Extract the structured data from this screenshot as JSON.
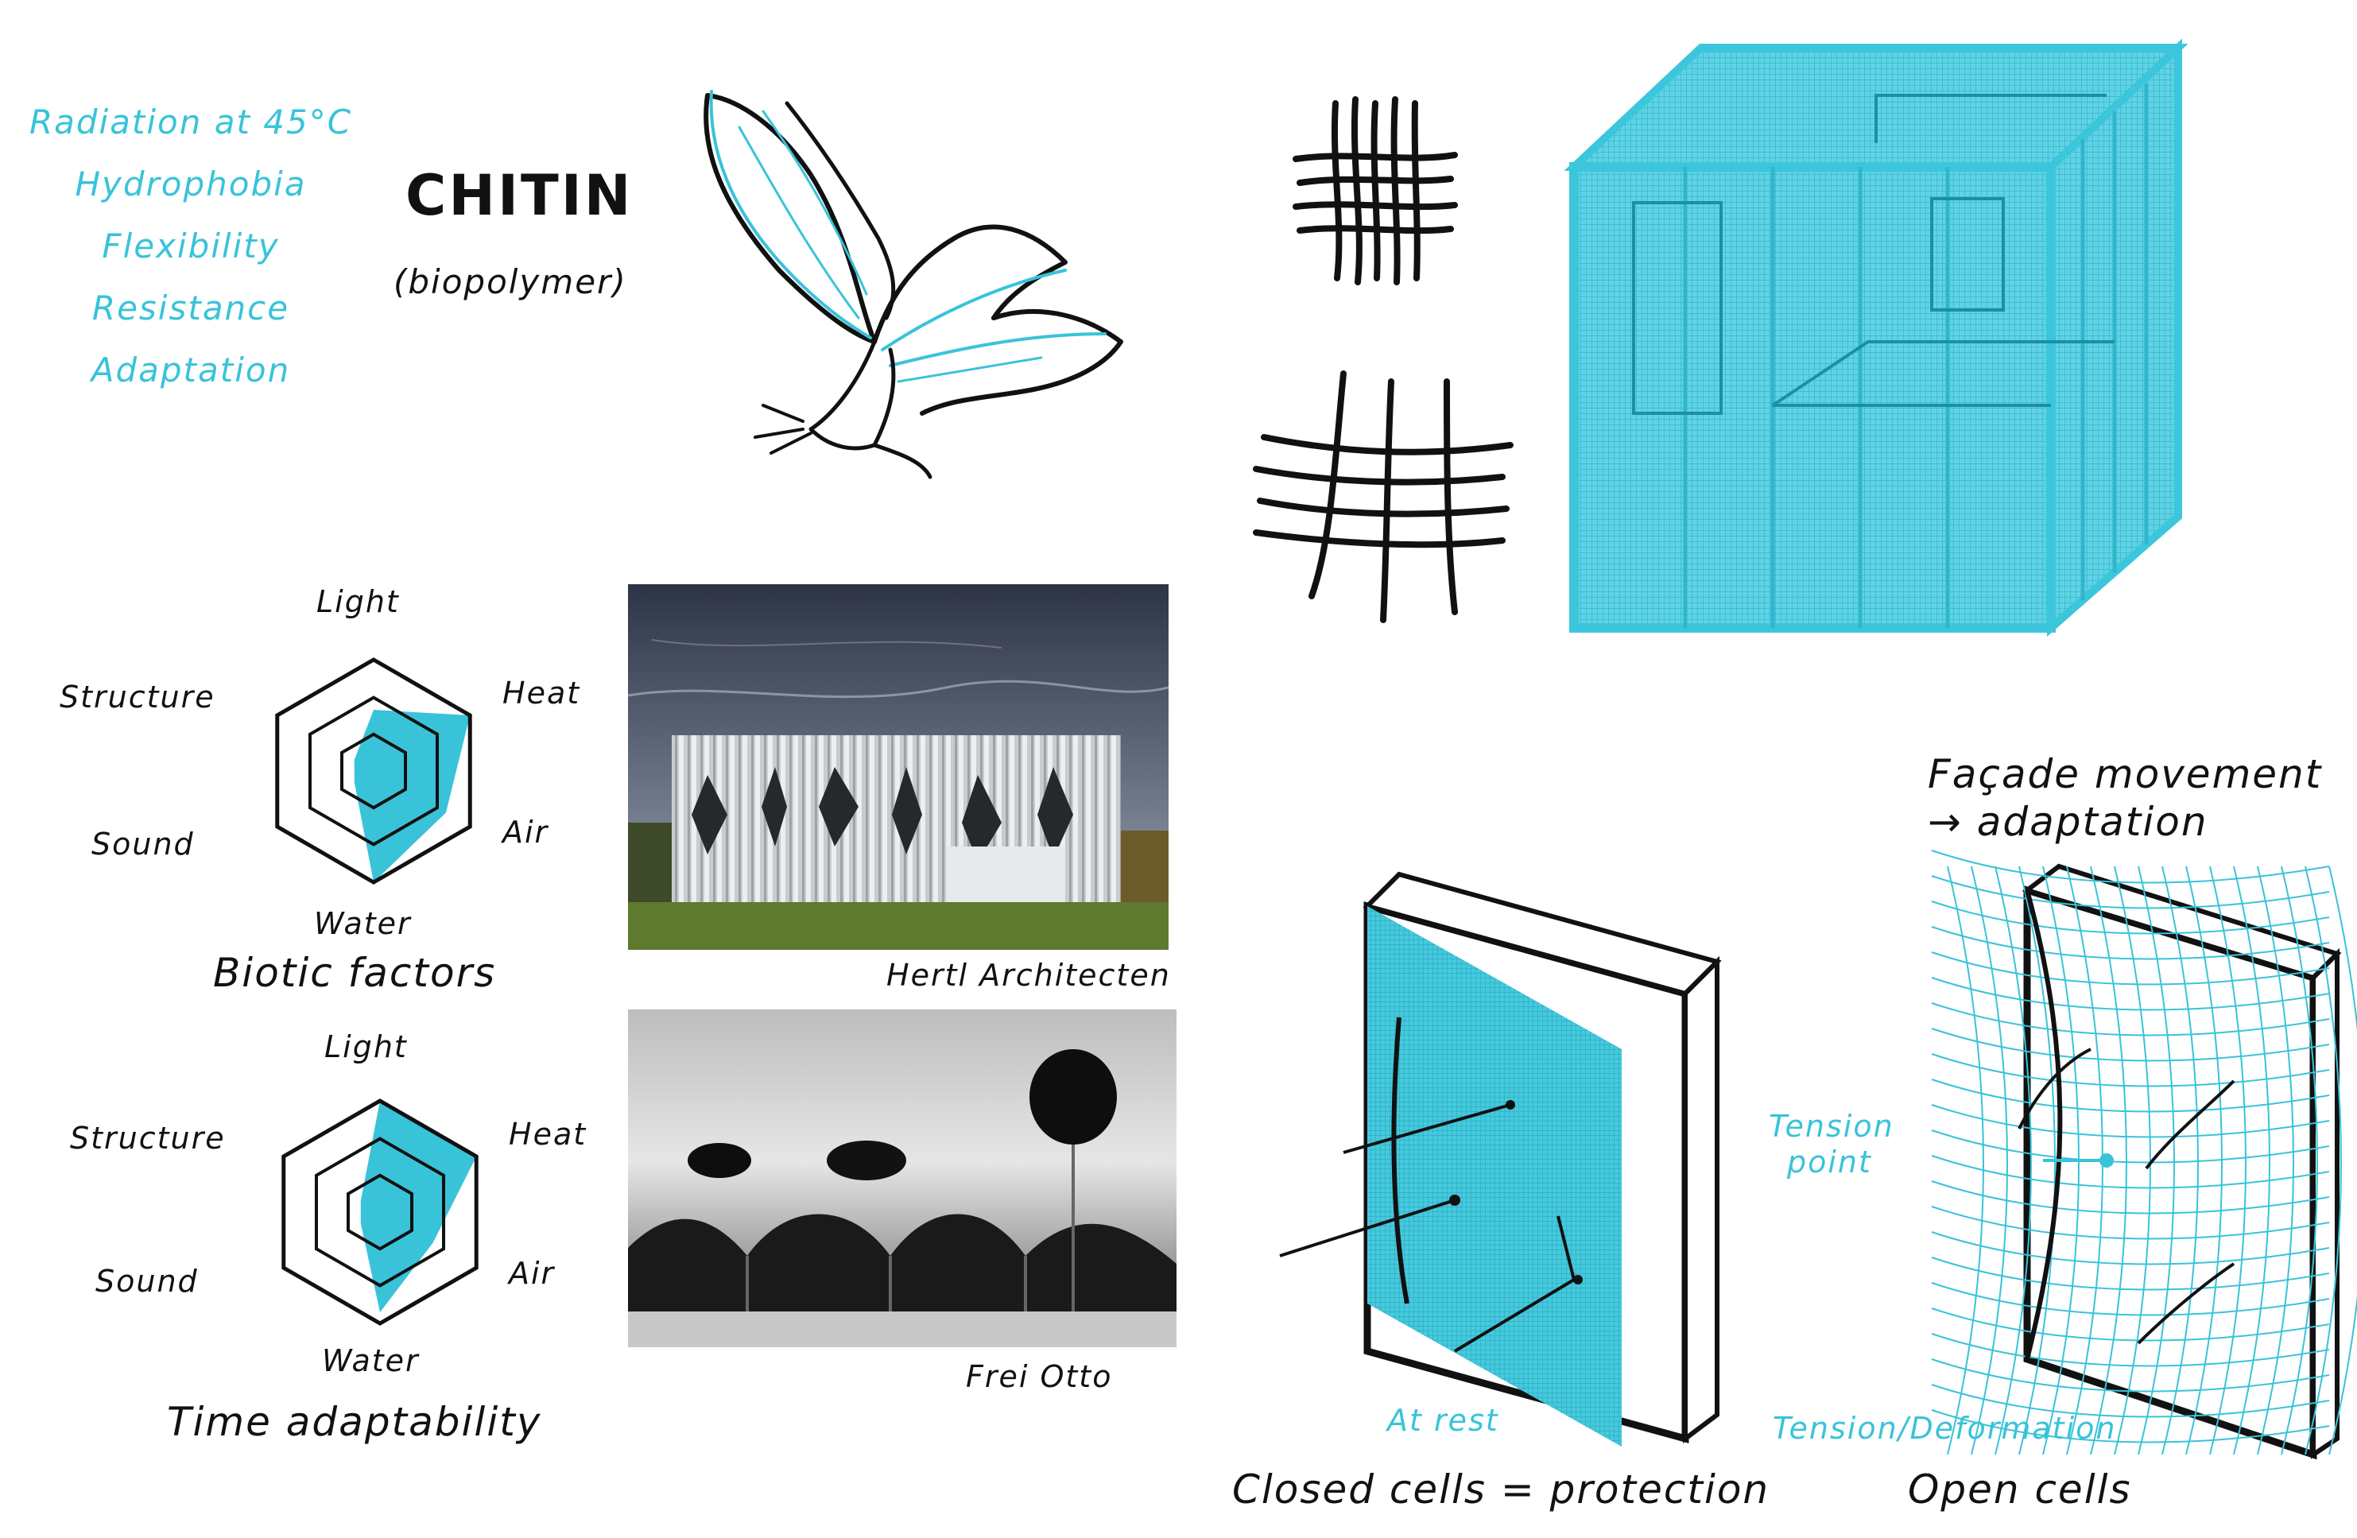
{
  "properties": [
    "Radiation at 45°C",
    "Hydrophobia",
    "Flexibility",
    "Resistance",
    "Adaptation"
  ],
  "material": {
    "title": "CHITIN",
    "subtitle": "(biopolymer)"
  },
  "radar_charts": [
    {
      "caption": "Biotic factors",
      "axes": [
        "Light",
        "Heat",
        "Air",
        "Water",
        "Sound",
        "Structure"
      ],
      "values": [
        0.55,
        1.0,
        0.75,
        1.0,
        0.2,
        0.2
      ]
    },
    {
      "caption": "Time adaptability",
      "axes": [
        "Light",
        "Heat",
        "Air",
        "Water",
        "Sound",
        "Structure"
      ],
      "values": [
        1.0,
        1.0,
        0.55,
        0.9,
        0.2,
        0.2
      ]
    }
  ],
  "photos": [
    {
      "caption": "Hertl Architecten"
    },
    {
      "caption": "Frei Otto"
    }
  ],
  "panels": {
    "rest_label": "At rest",
    "closed_caption": "Closed cells = protection",
    "movement_title_1": "Façade movement",
    "movement_title_2": "→ adaptation",
    "tension_point_1": "Tension",
    "tension_point_2": "point",
    "deformation_label": "Tension/Deformation",
    "open_caption": "Open cells"
  },
  "colors": {
    "accent": "#39c3d9",
    "ink": "#111111"
  }
}
